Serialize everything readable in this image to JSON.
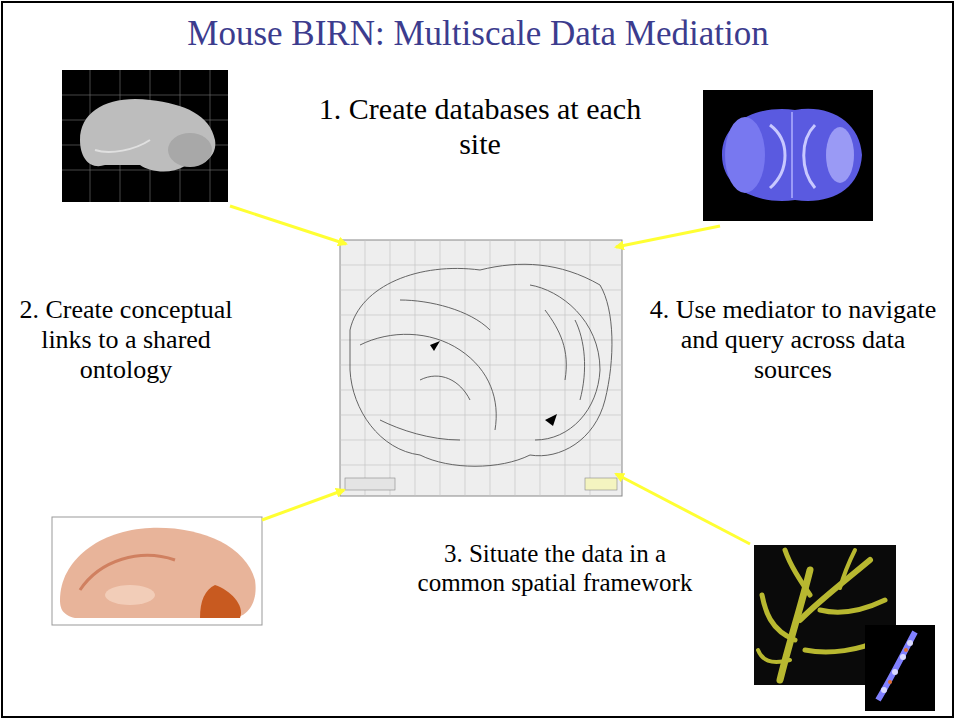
{
  "diagram": {
    "title": "Mouse BIRN: Multiscale Data Mediation",
    "labels": [
      "1. Create databases at each site",
      "2. Create conceptual links to a shared ontology",
      "3. Situate the data in a common spatial framework",
      "4. Use mediator to navigate and query across data sources"
    ]
  }
}
